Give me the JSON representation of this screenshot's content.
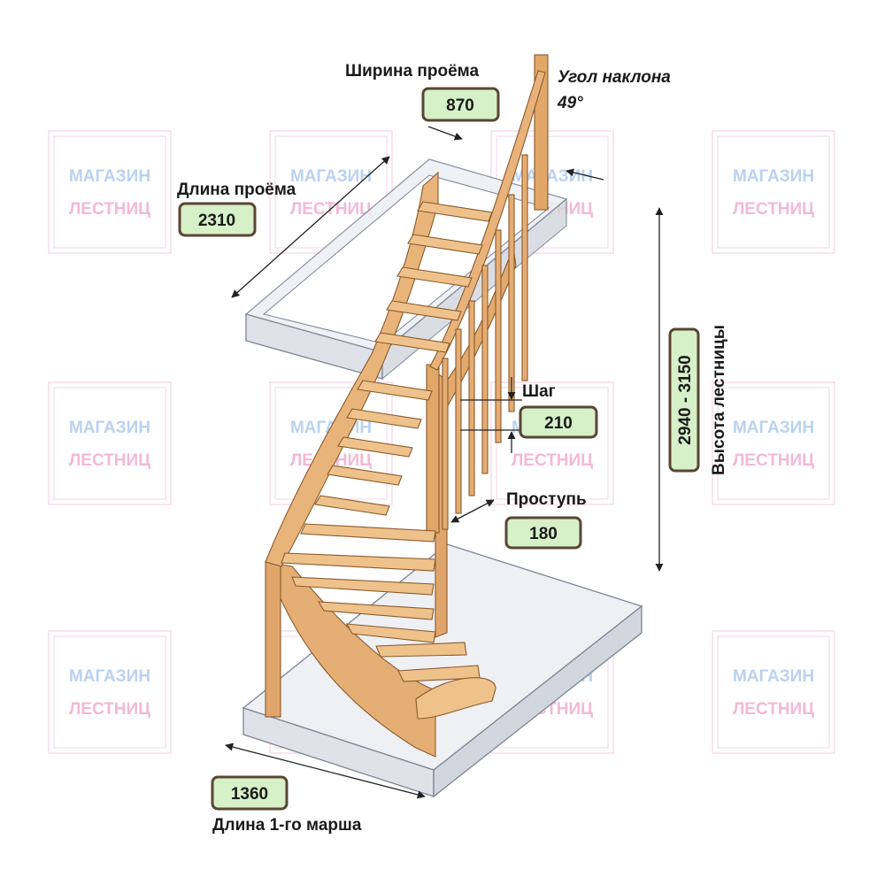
{
  "watermark": {
    "line1": "МАГАЗИН",
    "line2": "ЛЕСТНИЦ",
    "color1": "#b9d2f0",
    "color2": "#f3b9d6"
  },
  "dimensions": {
    "opening_width": {
      "label": "Ширина проёма",
      "value": "870"
    },
    "opening_length": {
      "label": "Длина проёма",
      "value": "2310"
    },
    "slope_angle": {
      "label": "Угол наклона",
      "value": "49°"
    },
    "height": {
      "label": "Высота лестницы",
      "value": "2940 - 3150"
    },
    "step_rise": {
      "label": "Шаг",
      "value": "210"
    },
    "tread": {
      "label": "Проступь",
      "value": "180"
    },
    "first_flight_length": {
      "label": "Длина 1-го марша",
      "value": "1360"
    }
  },
  "colors": {
    "badge_fill": "#d6f0c8",
    "badge_border": "#5a4534",
    "wood": "#e7b57e",
    "wood_dark": "#c98d52"
  }
}
